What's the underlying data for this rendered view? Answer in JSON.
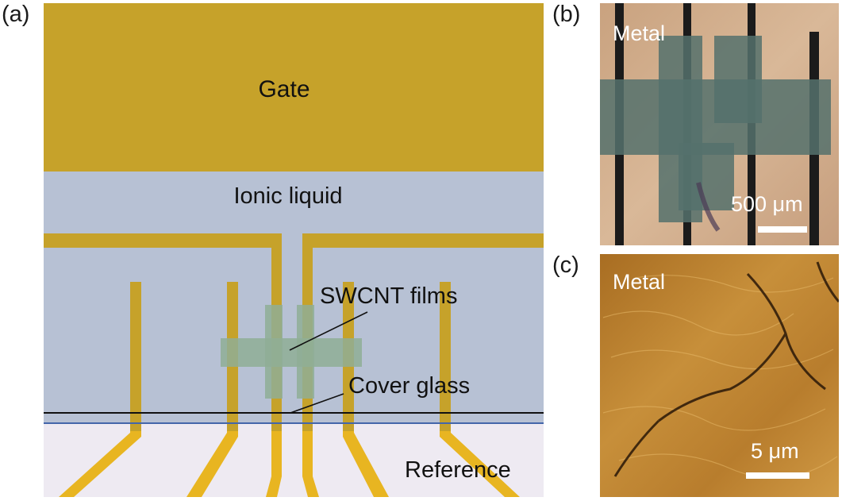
{
  "panels": {
    "a": {
      "label": "(a)",
      "regions": {
        "gate": "Gate",
        "ionic_liquid": "Ionic liquid",
        "reference": "Reference"
      },
      "annotations": {
        "swcnt_films": "SWCNT films",
        "cover_glass": "Cover glass"
      },
      "colors": {
        "gate": "#c6a22a",
        "ionic_liquid": "#b7c1d4",
        "reference": "#eeeaf2",
        "electrode": "#e8b521",
        "film": "#8fae95",
        "glass_line_blue": "#4466aa",
        "glass_line_black": "#111111"
      }
    },
    "b": {
      "label": "(b)",
      "overlay_text": "Metal",
      "scale_bar": "500 μm"
    },
    "c": {
      "label": "(c)",
      "overlay_text": "Metal",
      "scale_bar": "5 μm"
    }
  }
}
